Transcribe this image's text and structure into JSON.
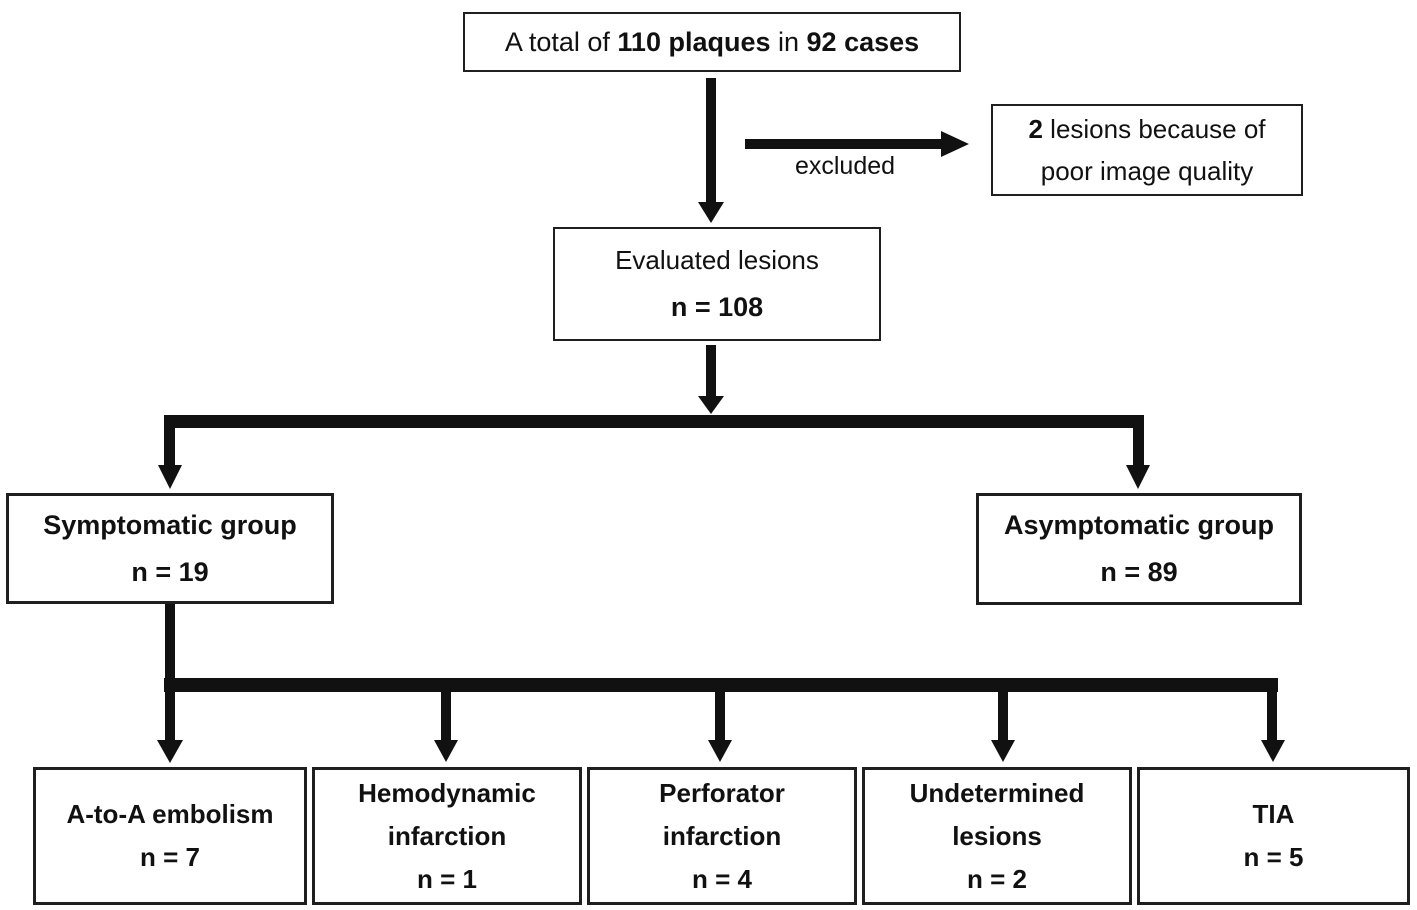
{
  "flowchart": {
    "total_box": {
      "pre": "A total of ",
      "plaques": "110 plaques",
      "mid": " in ",
      "cases": "92 cases"
    },
    "exclusion": {
      "arrow_label": "excluded",
      "count": "2",
      "line1_rest": " lesions because of",
      "line2": "poor image quality"
    },
    "evaluated_box": {
      "line1": "Evaluated lesions",
      "line2": "n = 108"
    },
    "symptomatic_box": {
      "line1": "Symptomatic group",
      "line2": "n = 19"
    },
    "asymptomatic_box": {
      "line1": "Asymptomatic group",
      "line2": "n = 89"
    },
    "outcomes": [
      {
        "lines": [
          "A-to-A embolism",
          "n = 7"
        ]
      },
      {
        "lines": [
          "Hemodynamic",
          "infarction",
          "n = 1"
        ]
      },
      {
        "lines": [
          "Perforator",
          "infarction",
          "n = 4"
        ]
      },
      {
        "lines": [
          "Undetermined",
          "lesions",
          "n = 2"
        ]
      },
      {
        "lines": [
          "TIA",
          "n = 5"
        ]
      }
    ],
    "colors": {
      "line": "#111111",
      "text": "#111111",
      "border": "#1f1f1f",
      "background": "#ffffff"
    }
  }
}
